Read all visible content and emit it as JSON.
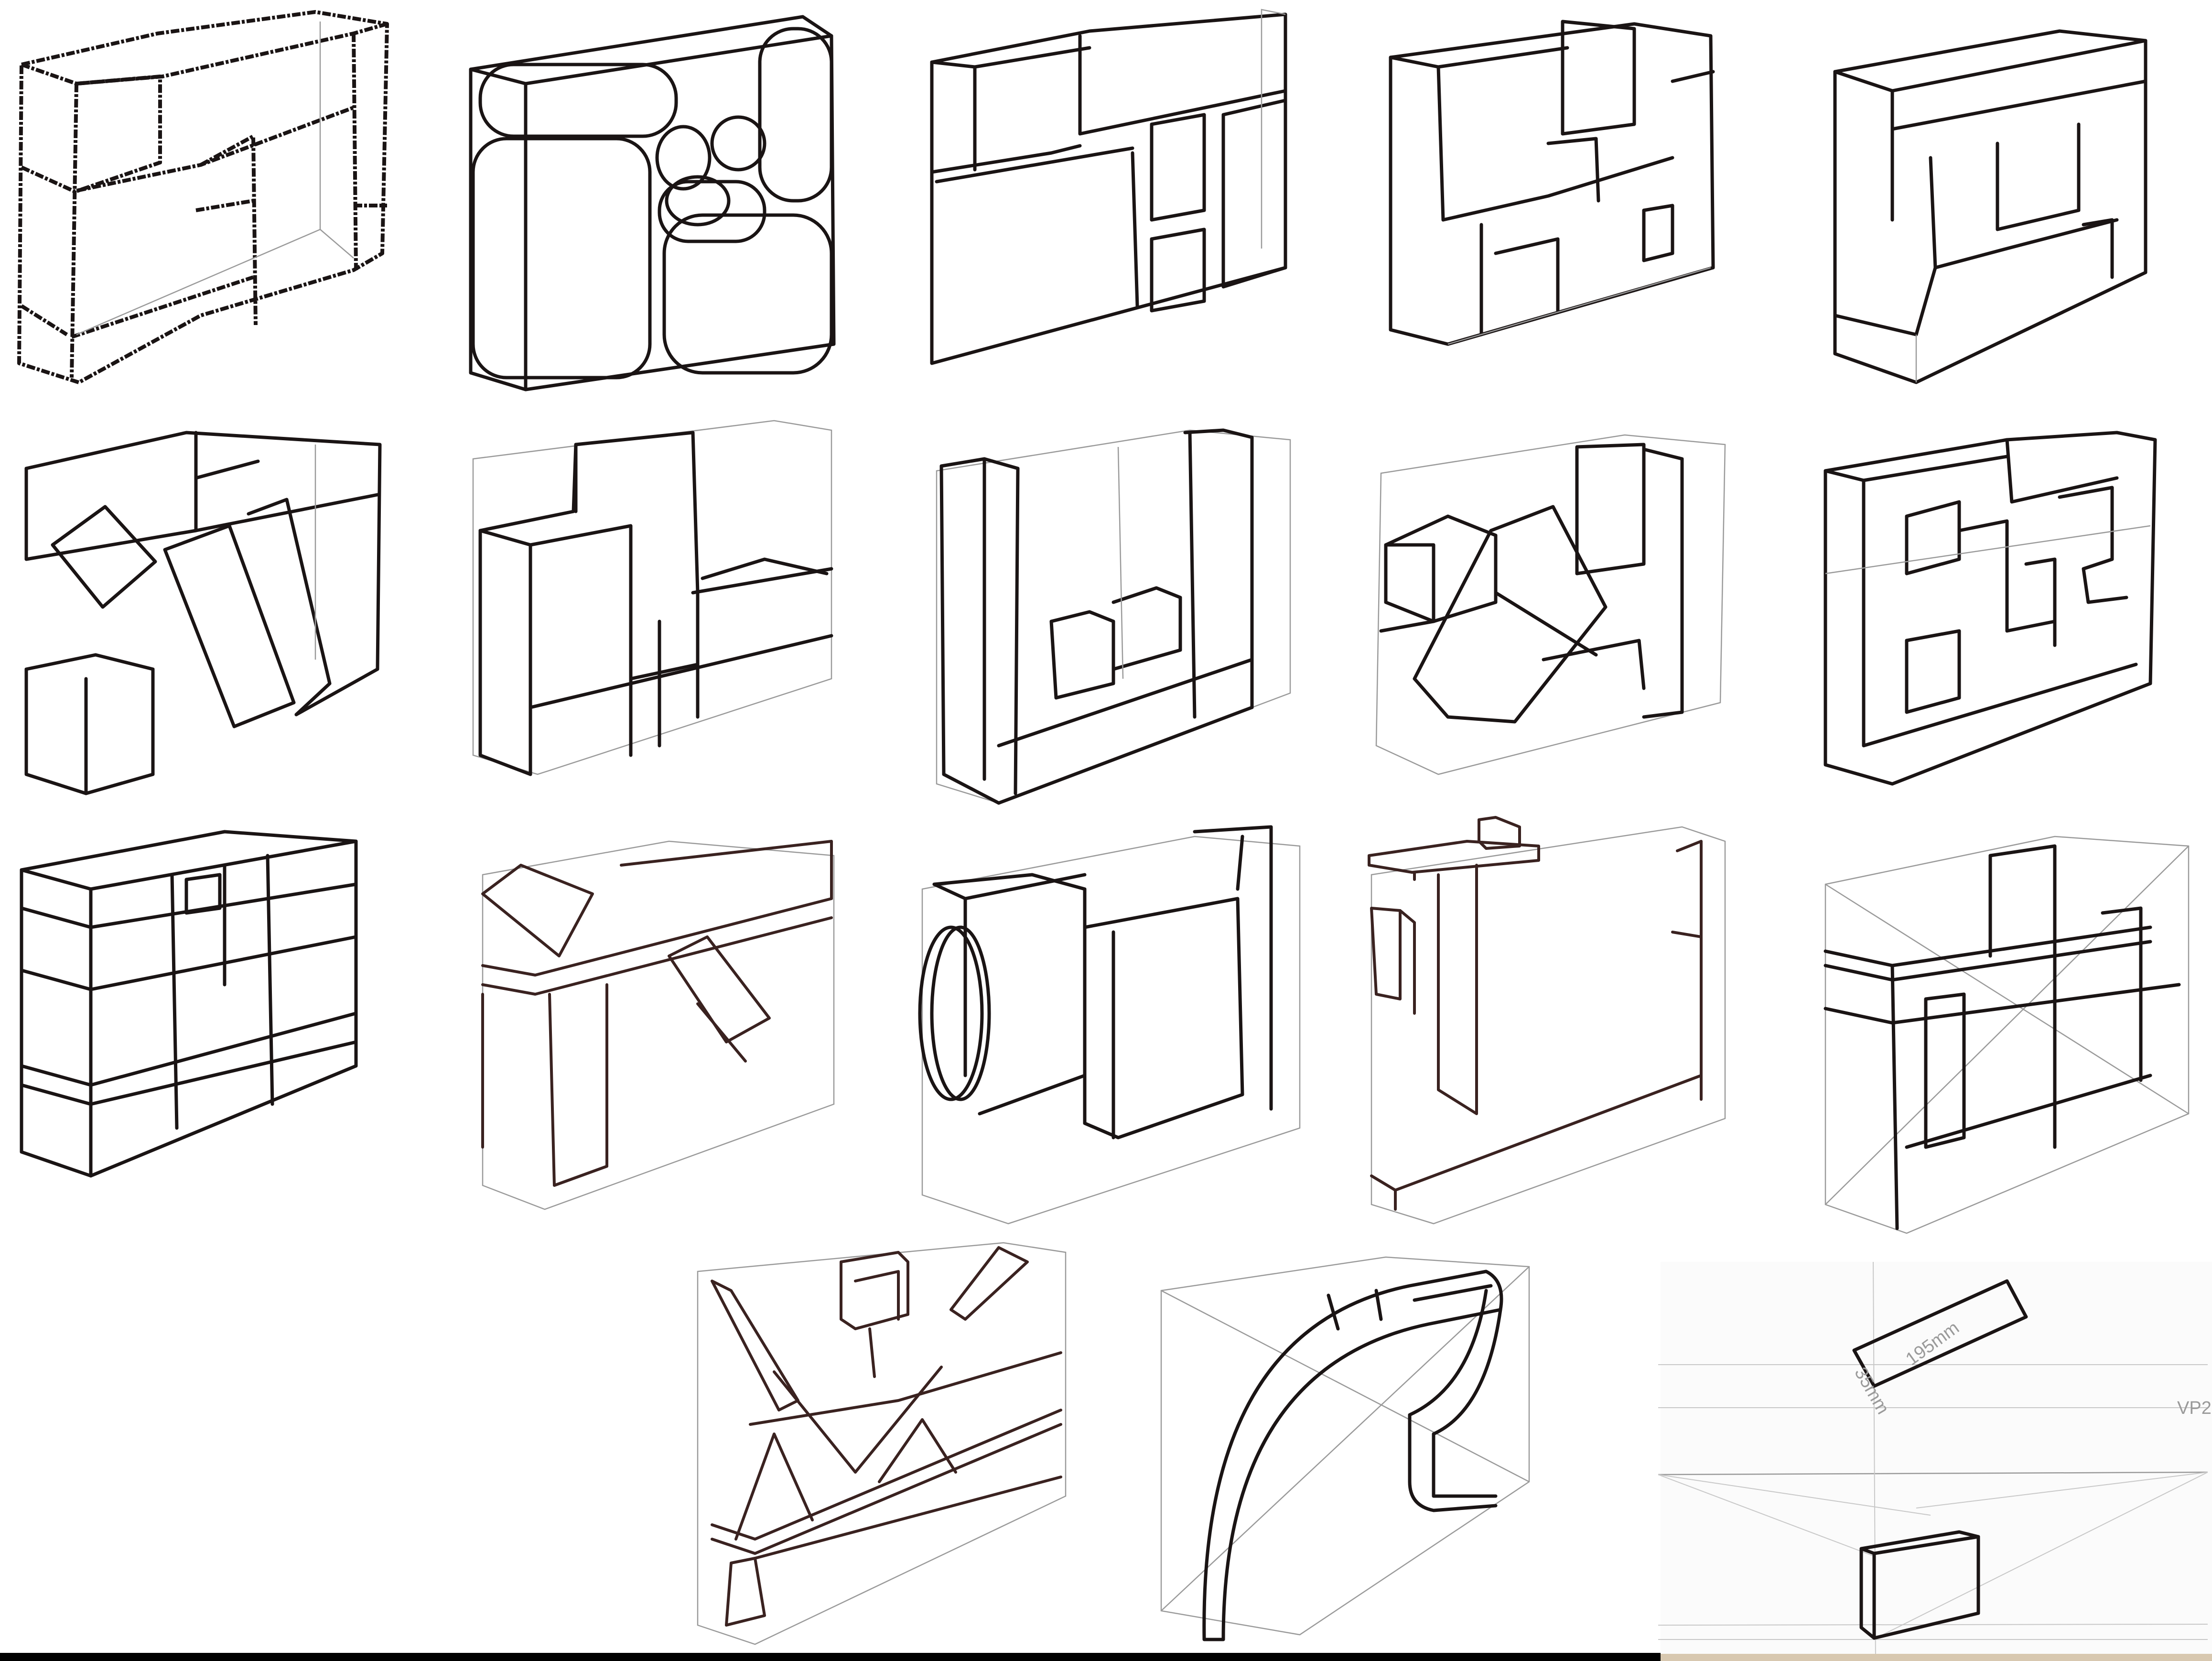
{
  "sheet": {
    "description": "Sheet of hand-drawn perspective sketches of modular box shelving units",
    "sketch_count": 17,
    "layout": {
      "rows": 4,
      "columns_first_three_rows": 5,
      "bottom_row_items": 3
    }
  },
  "sketches": [
    {
      "id": 1,
      "row": 1,
      "col": 1,
      "subject": "box shelf with rough textured stone-like outlines"
    },
    {
      "id": 2,
      "row": 1,
      "col": 2,
      "subject": "box shelf with rounded cushion-like compartments and four small ovals"
    },
    {
      "id": 3,
      "row": 1,
      "col": 3,
      "subject": "shelf with stacked boxes and small drawers"
    },
    {
      "id": 4,
      "row": 1,
      "col": 4,
      "subject": "interlocking stacked boxes shelf"
    },
    {
      "id": 5,
      "row": 1,
      "col": 5,
      "subject": "shelf with horizontal slabs and vertical dividers"
    },
    {
      "id": 6,
      "row": 2,
      "col": 1,
      "subject": "tilted boxes leaning under a top beam"
    },
    {
      "id": 7,
      "row": 2,
      "col": 2,
      "subject": "stepped stacked cube shelf"
    },
    {
      "id": 8,
      "row": 2,
      "col": 3,
      "subject": "U-shaped frame with small boxes on base"
    },
    {
      "id": 9,
      "row": 2,
      "col": 4,
      "subject": "diagonal rotated boxes stacked against tall column"
    },
    {
      "id": 10,
      "row": 2,
      "col": 5,
      "subject": "maze-like interlocking frame shelf"
    },
    {
      "id": 11,
      "row": 3,
      "col": 1,
      "subject": "layered horizontal slab shelf with pinched joints"
    },
    {
      "id": 12,
      "row": 3,
      "col": 2,
      "subject": "cross-shaped beams with rotated boxes"
    },
    {
      "id": 13,
      "row": 3,
      "col": 3,
      "subject": "box with circular disc on side and open frame"
    },
    {
      "id": 14,
      "row": 3,
      "col": 4,
      "subject": "T-shaped top slab with vertical supports and base tray"
    },
    {
      "id": 15,
      "row": 3,
      "col": 5,
      "subject": "crossing planes shelf with construction lines"
    },
    {
      "id": 16,
      "row": 4,
      "col": 1,
      "subject": "zigzag truss shelf with open cube on top"
    },
    {
      "id": 17,
      "row": 4,
      "col": 2,
      "subject": "curved arch shelf in a bounding box"
    }
  ],
  "construction_panel": {
    "subject": "two-point perspective construction of a rectangular block",
    "labels": {
      "vanishing_point": "VP2",
      "length_dimension": "195mm",
      "width_dimension": "35mm"
    }
  },
  "colors": {
    "ink": "#1a1414",
    "brown_ink": "#3a2220",
    "guide_line": "#9a9a9a",
    "paper": "#ffffff"
  }
}
